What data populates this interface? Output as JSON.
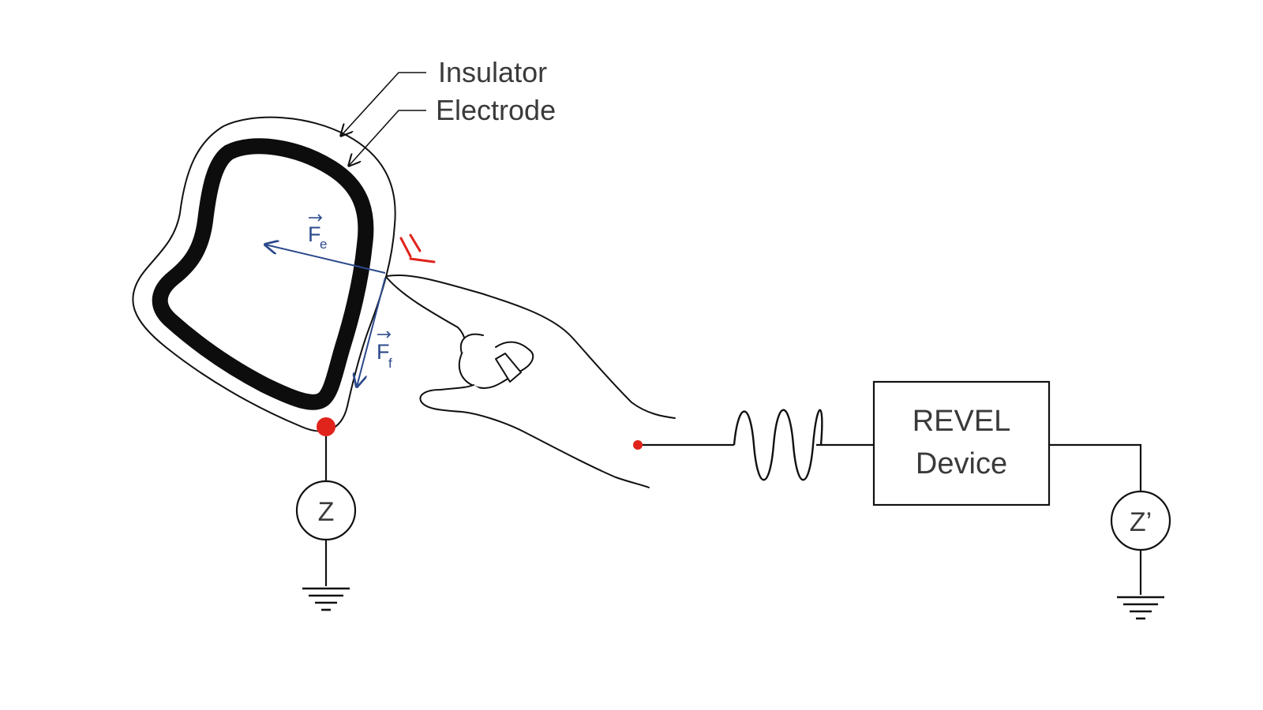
{
  "labels": {
    "insulator": "Insulator",
    "electrode": "Electrode",
    "device_line1": "REVEL",
    "device_line2": "Device",
    "impedance_object": "Z",
    "impedance_device": "Z’",
    "force_electrostatic_base": "F",
    "force_electrostatic_sub": "e",
    "force_friction_base": "F",
    "force_friction_sub": "f"
  },
  "colors": {
    "stroke": "#111111",
    "electrode_fill": "#0d0d0d",
    "force_vector": "#2b4a8c",
    "contact_dot": "#e0231b",
    "touch_spark": "#e0231b",
    "text": "#3a3a3a"
  },
  "icons": {
    "ground": "ground-symbol-icon",
    "signal": "sine-wave-icon",
    "hand": "pointing-hand-icon"
  }
}
